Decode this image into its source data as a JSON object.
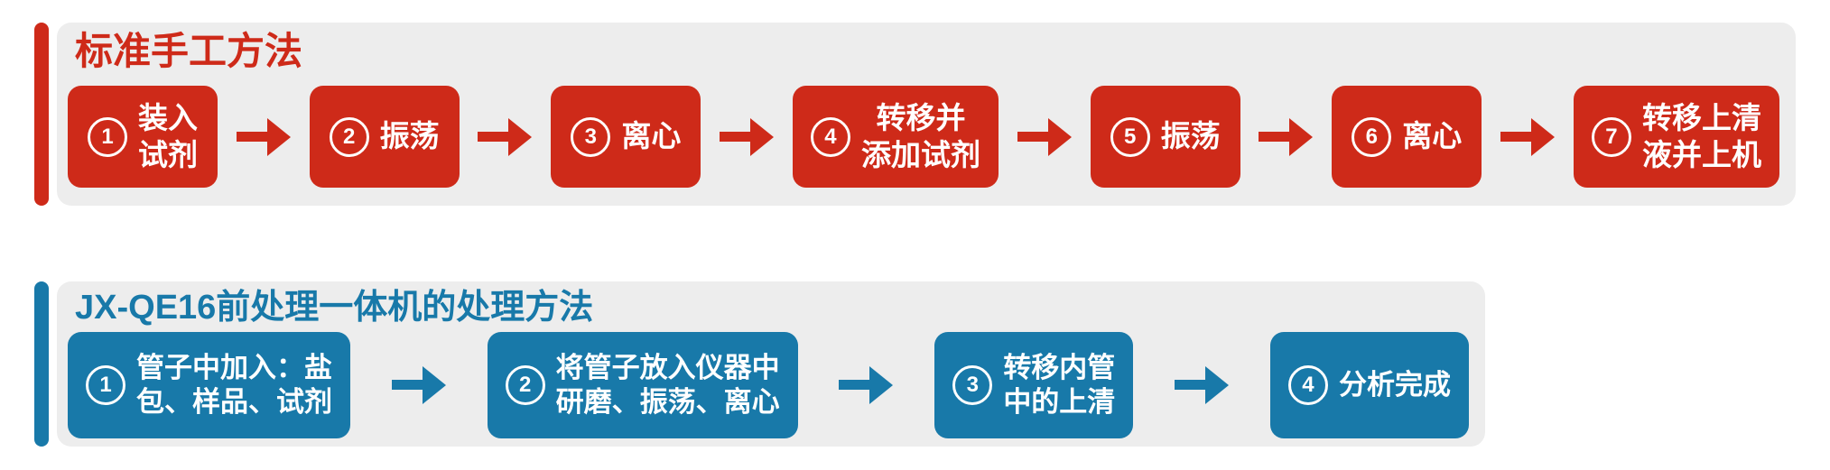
{
  "page": {
    "background_color": "#ffffff",
    "panel_color": "#ededed"
  },
  "sections": [
    {
      "id": "standard-manual-method",
      "title": "标准手工方法",
      "accent_color": "#ce2a19",
      "text_color_on_accent": "#ffffff",
      "arrow_icon": "right-arrow",
      "steps": [
        {
          "num": "1",
          "label": "装入\n试剂"
        },
        {
          "num": "2",
          "label": "振荡"
        },
        {
          "num": "3",
          "label": "离心"
        },
        {
          "num": "4",
          "label": "转移并\n添加试剂"
        },
        {
          "num": "5",
          "label": "振荡"
        },
        {
          "num": "6",
          "label": "离心"
        },
        {
          "num": "7",
          "label": "转移上清\n液并上机"
        }
      ]
    },
    {
      "id": "jx-qe16-method",
      "title": "JX-QE16前处理一体机的处理方法",
      "accent_color": "#1879a9",
      "text_color_on_accent": "#ffffff",
      "arrow_icon": "right-arrow",
      "steps": [
        {
          "num": "1",
          "label": "管子中加入：盐\n包、样品、试剂"
        },
        {
          "num": "2",
          "label": "将管子放入仪器中\n研磨、振荡、离心"
        },
        {
          "num": "3",
          "label": "转移内管\n中的上清"
        },
        {
          "num": "4",
          "label": "分析完成"
        }
      ]
    }
  ]
}
